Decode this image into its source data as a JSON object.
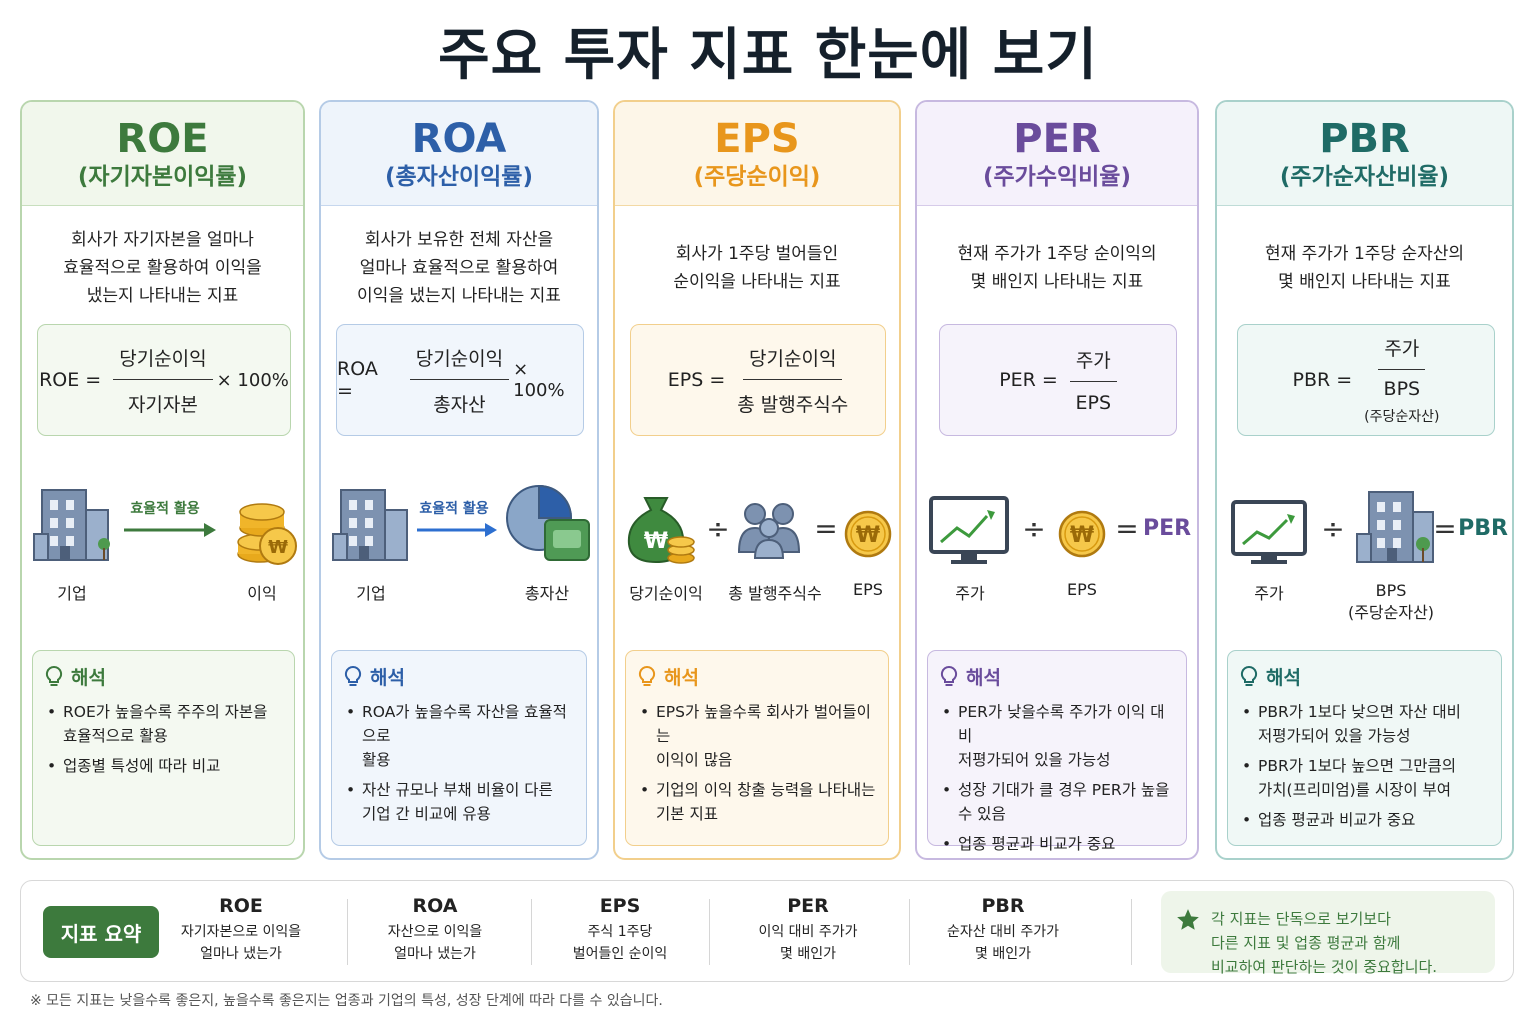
{
  "title": "주요 투자 지표 한눈에 보기",
  "cards": [
    {
      "id": "roe",
      "title": "ROE",
      "subtitle": "(자기자본이익률)",
      "color": "#3d7a3d",
      "description": "회사가 자기자본을 얼마나\n효율적으로 활용하여 이익을\n냈는지 나타내는 지표",
      "formula": {
        "lhs": "ROE =",
        "numerator": "당기순이익",
        "denominator": "자기자본",
        "tail": "× 100%"
      },
      "illustration": {
        "left_label": "기업",
        "arrow_label": "효율적 활용",
        "right_label": "이익",
        "left_icon": "building-icon",
        "right_icon": "coins-icon"
      },
      "interpretation_title": "해석",
      "interpretation": [
        "ROE가 높을수록 주주의 자본을\n효율적으로 활용",
        "업종별 특성에 따라 비교"
      ]
    },
    {
      "id": "roa",
      "title": "ROA",
      "subtitle": "(총자산이익률)",
      "color": "#2d5fa8",
      "description": "회사가 보유한 전체 자산을\n얼마나 효율적으로 활용하여\n이익을 냈는지 나타내는 지표",
      "formula": {
        "lhs": "ROA =",
        "numerator": "당기순이익",
        "denominator": "총자산",
        "tail": "× 100%"
      },
      "illustration": {
        "left_label": "기업",
        "arrow_label": "효율적 활용",
        "right_label": "총자산",
        "left_icon": "building-icon",
        "right_icon": "assets-pie-icon"
      },
      "interpretation_title": "해석",
      "interpretation": [
        "ROA가 높을수록 자산을 효율적으로\n활용",
        "자산 규모나 부채 비율이 다른\n기업 간 비교에 유용"
      ]
    },
    {
      "id": "eps",
      "title": "EPS",
      "subtitle": "(주당순이익)",
      "color": "#e8961c",
      "description": "회사가 1주당 벌어들인\n순이익을 나타내는 지표",
      "formula": {
        "lhs": "EPS =",
        "numerator": "당기순이익",
        "denominator": "총 발행주식수",
        "tail": ""
      },
      "illustration": {
        "labels": [
          "당기순이익",
          "총 발행주식수",
          "EPS"
        ],
        "icons": [
          "money-bag-icon",
          "people-icon",
          "won-coin-icon"
        ],
        "ops": [
          "÷",
          "="
        ]
      },
      "interpretation_title": "해석",
      "interpretation": [
        "EPS가 높을수록 회사가 벌어들이는\n이익이 많음",
        "기업의 이익 창출 능력을 나타내는\n기본 지표"
      ]
    },
    {
      "id": "per",
      "title": "PER",
      "subtitle": "(주가수익비율)",
      "color": "#6a4c9c",
      "description": "현재 주가가 1주당 순이익의\n몇 배인지 나타내는 지표",
      "formula": {
        "lhs": "PER =",
        "numerator": "주가",
        "denominator": "EPS",
        "tail": ""
      },
      "illustration": {
        "labels": [
          "주가",
          "EPS"
        ],
        "result": "PER",
        "icons": [
          "stock-chart-icon",
          "won-coin-icon"
        ],
        "ops": [
          "÷",
          "="
        ]
      },
      "interpretation_title": "해석",
      "interpretation": [
        "PER가 낮을수록 주가가 이익 대비\n저평가되어 있을 가능성",
        "성장 기대가 클 경우 PER가 높을\n수 있음",
        "업종 평균과 비교가 중요"
      ]
    },
    {
      "id": "pbr",
      "title": "PBR",
      "subtitle": "(주가순자산비율)",
      "color": "#1f6b66",
      "description": "현재 주가가 1주당 순자산의\n몇 배인지 나타내는 지표",
      "formula": {
        "lhs": "PBR =",
        "numerator": "주가",
        "denominator": "BPS",
        "denominator_sub": "(주당순자산)",
        "tail": ""
      },
      "illustration": {
        "labels": [
          "주가",
          "BPS\n(주당순자산)"
        ],
        "result": "PBR",
        "icons": [
          "stock-chart-icon",
          "building-icon"
        ],
        "ops": [
          "÷",
          "="
        ]
      },
      "interpretation_title": "해석",
      "interpretation": [
        "PBR가 1보다 낮으면 자산 대비\n저평가되어 있을 가능성",
        "PBR가 1보다 높으면 그만큼의\n가치(프리미엄)를 시장이 부여",
        "업종 평균과 비교가 중요"
      ]
    }
  ],
  "summary": {
    "label": "지표 요약",
    "items": [
      {
        "name": "ROE",
        "desc": "자기자본으로 이익을\n얼마나 냈는가"
      },
      {
        "name": "ROA",
        "desc": "자산으로 이익을\n얼마나 냈는가"
      },
      {
        "name": "EPS",
        "desc": "주식 1주당\n벌어들인 순이익"
      },
      {
        "name": "PER",
        "desc": "이익 대비 주가가\n몇 배인가"
      },
      {
        "name": "PBR",
        "desc": "순자산 대비 주가가\n몇 배인가"
      }
    ],
    "note": "각 지표는 단독으로 보기보다\n다른 지표 및 업종 평균과 함께\n비교하여 판단하는 것이 중요합니다."
  },
  "footnote": "※ 모든 지표는 낮을수록 좋은지, 높을수록 좋은지는 업종과 기업의 특성, 성장 단계에 따라 다를 수 있습니다."
}
